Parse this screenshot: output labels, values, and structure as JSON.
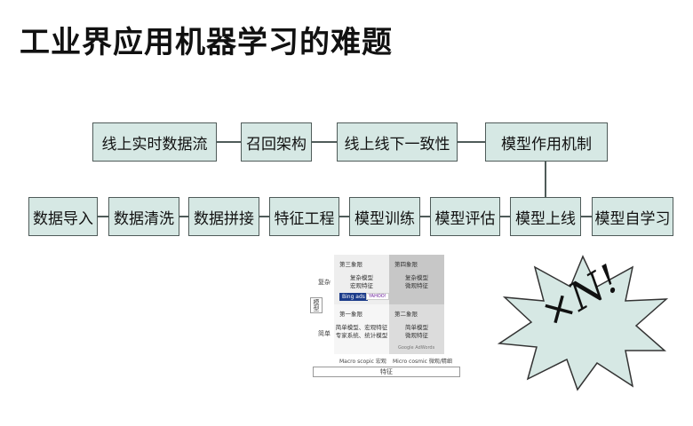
{
  "title": "工业界应用机器学习的难题",
  "top_row": [
    "线上实时数据流",
    "召回架构",
    "线上线下一致性",
    "模型作用机制"
  ],
  "bottom_row": [
    "数据导入",
    "数据清洗",
    "数据拼接",
    "特征工程",
    "模型训练",
    "模型评估",
    "模型上线",
    "模型自学习"
  ],
  "quadrant_chart": {
    "y_axis_label": "模型",
    "y_high": "复杂",
    "y_low": "简单",
    "x_axis_label": "特征",
    "x_left": "Macro scopic 宏观",
    "x_right": "Micro cosmic 微观/精细",
    "q1": {
      "name": "第三象限",
      "desc": [
        "复杂模型",
        "宏观特征"
      ],
      "logo1": "Bing ads",
      "logo2": "YAHOO!"
    },
    "q2": {
      "name": "第四象限",
      "desc": [
        "复杂模型",
        "微观特征"
      ]
    },
    "q3": {
      "name": "第一象限",
      "desc": [
        "简单模型、宏观特征",
        "专家系统、统计模型"
      ]
    },
    "q4": {
      "name": "第二象限",
      "desc": [
        "简单模型",
        "微观特征"
      ],
      "logo": "Google AdWords"
    }
  },
  "callout_text": "×N!",
  "colors": {
    "box_fill": "#d6e8e4",
    "box_border": "#4f5b59",
    "star_fill": "#d6e8e4"
  }
}
